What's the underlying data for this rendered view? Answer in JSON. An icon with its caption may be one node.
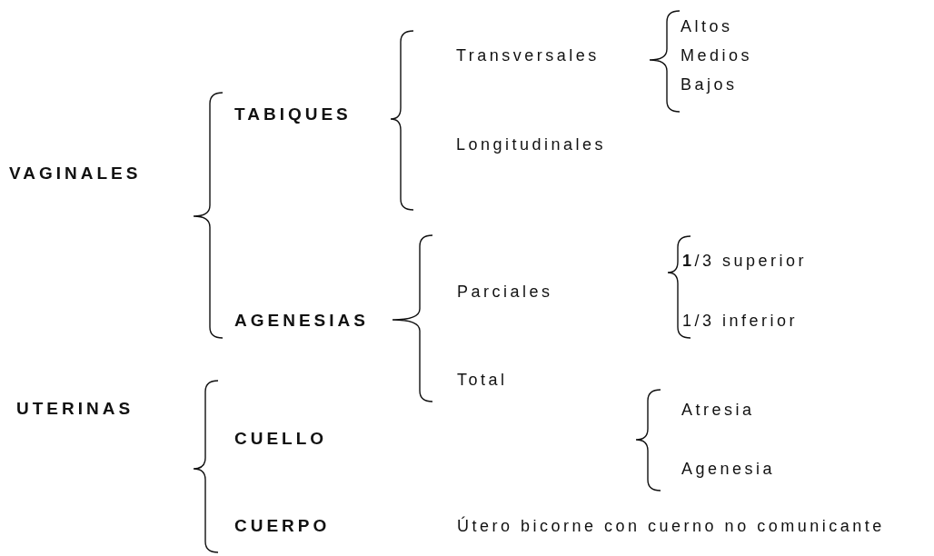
{
  "diagram": {
    "labels": [
      "VAGINALES",
      "TABIQUES",
      "Transversales",
      "Altos",
      "Medios",
      "Bajos",
      "Longitudinales",
      "AGENESIAS",
      "Parciales",
      "**1**/3 superior",
      "1/3 inferior",
      "Total",
      "UTERINAS",
      "CUELLO",
      "Atresia",
      "Agenesia",
      "CUERPO",
      "Útero bicorne con cuerno no comunicante"
    ]
  }
}
